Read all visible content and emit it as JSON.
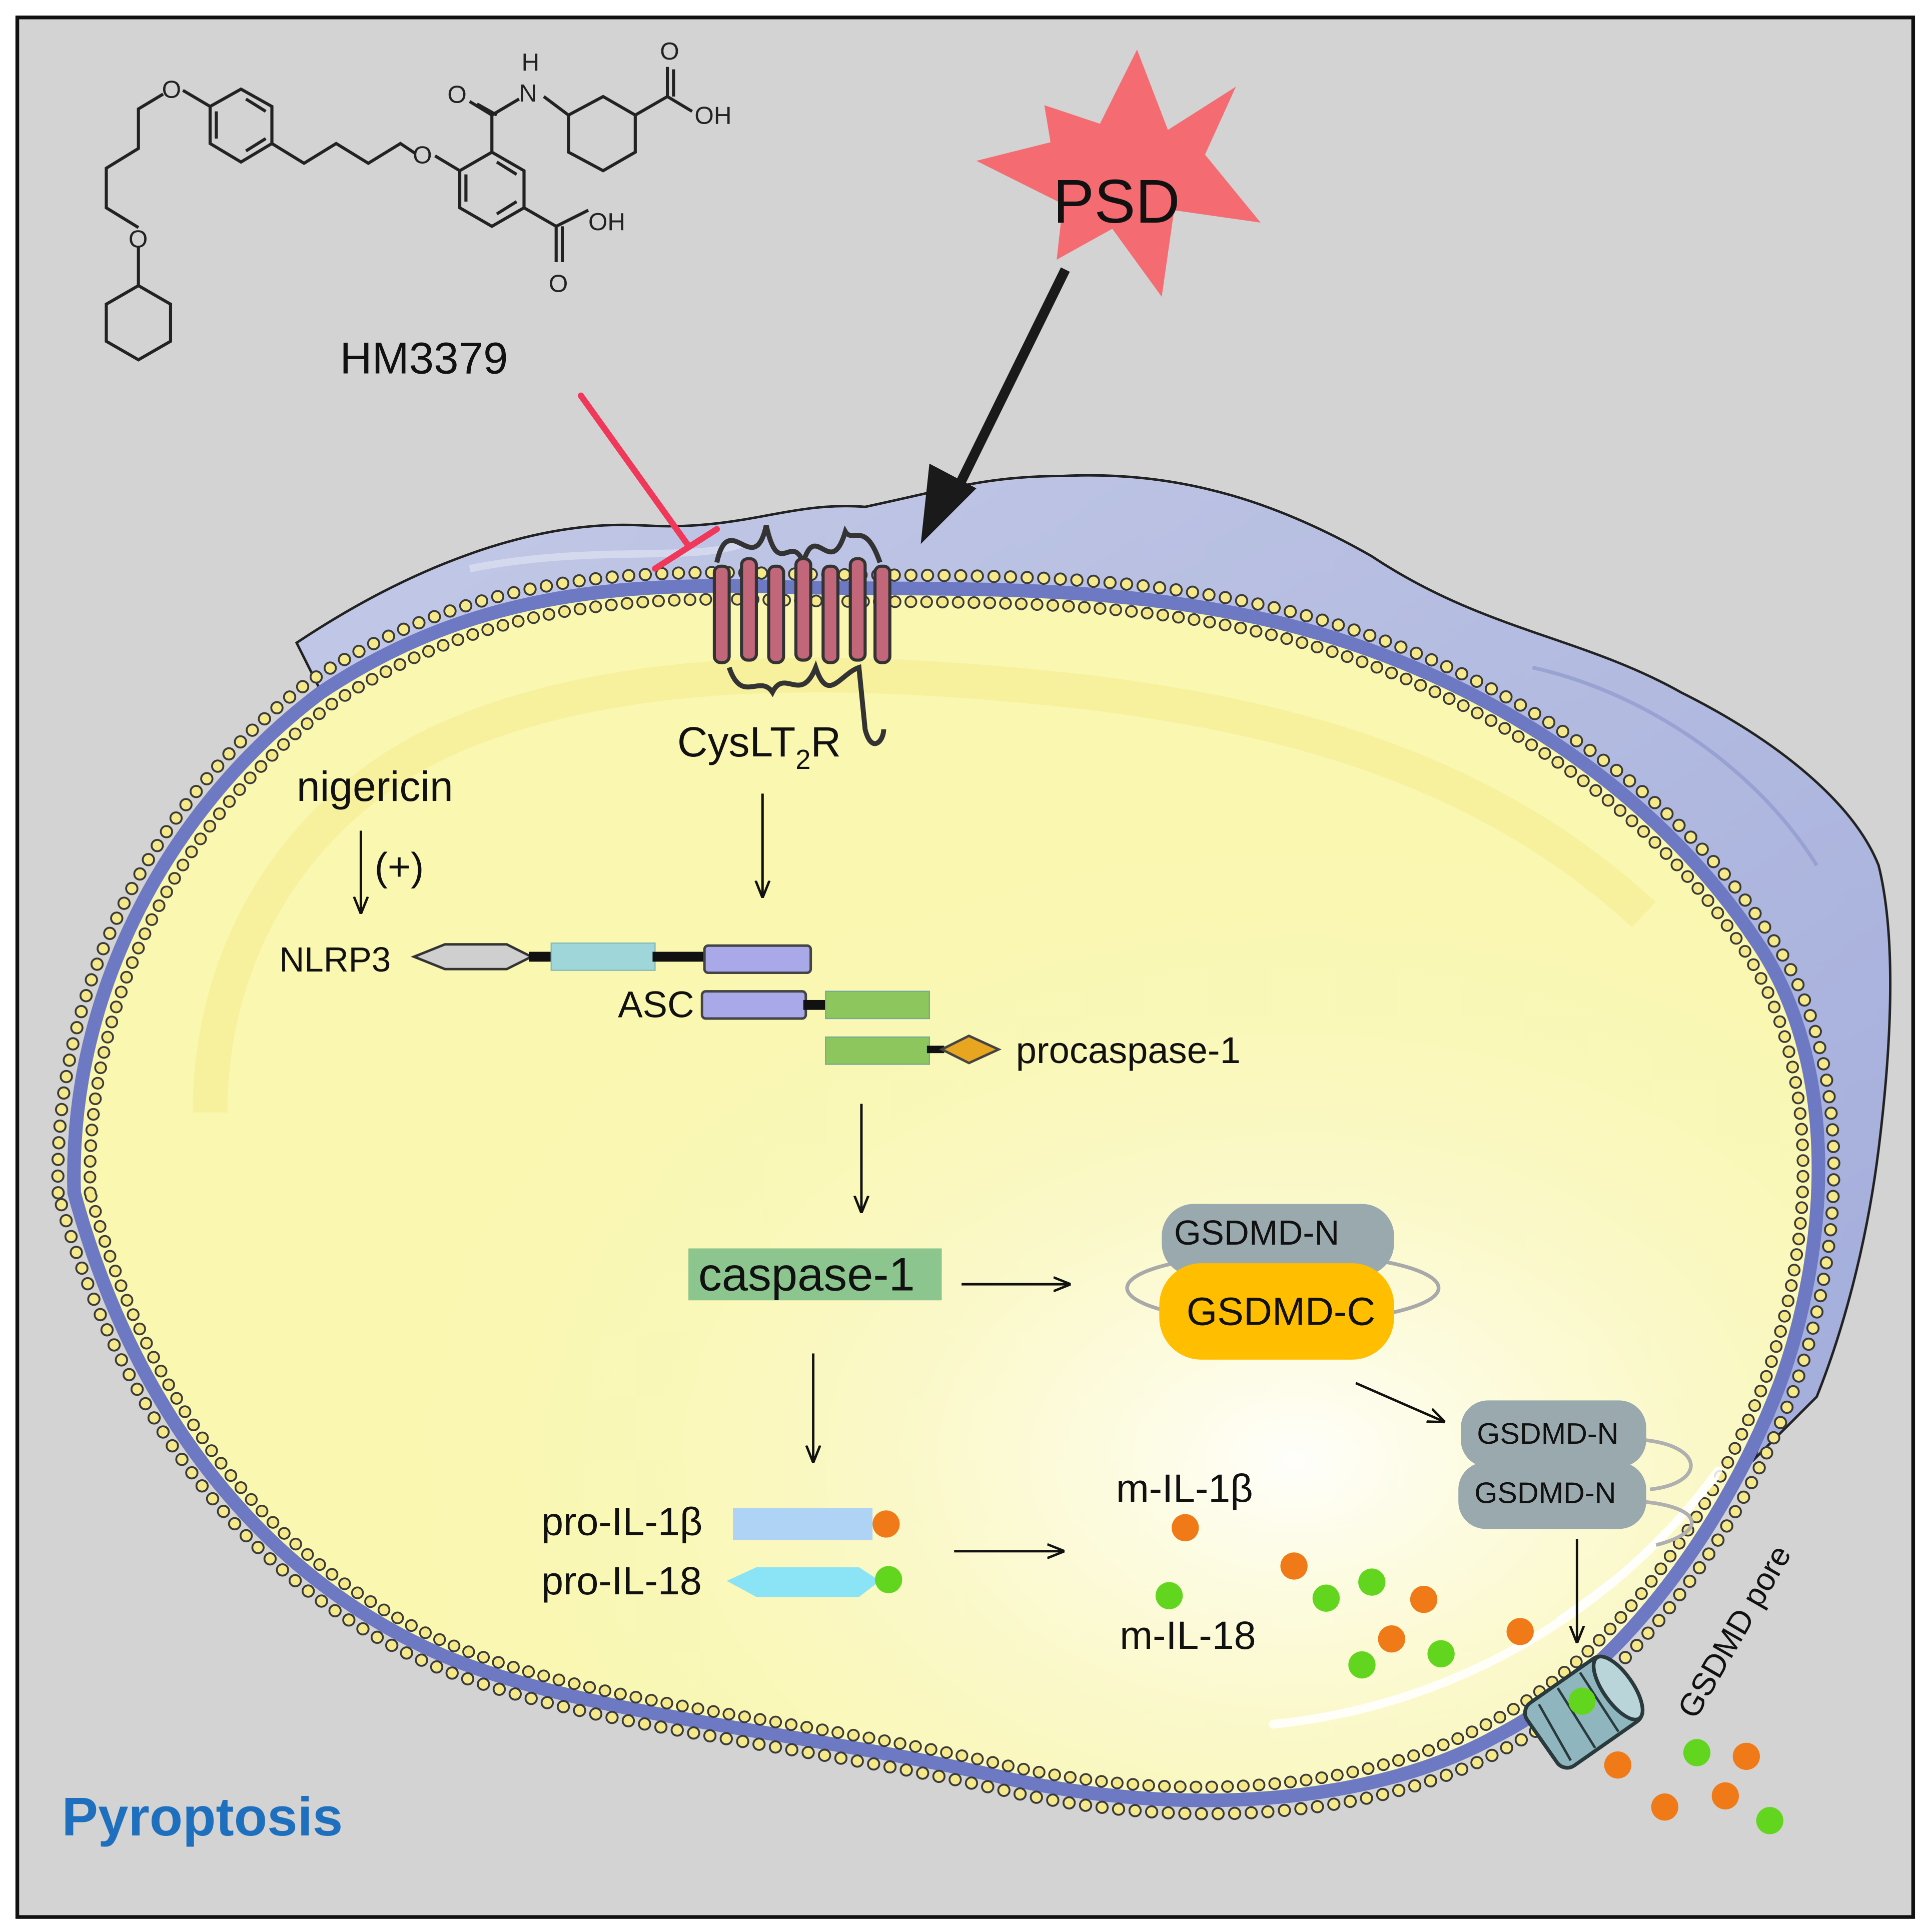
{
  "labels": {
    "compound": "HM3379",
    "stimulus": "PSD",
    "receptor_main": "CysLT",
    "receptor_sub": "2",
    "receptor_end": "R",
    "nigericin": "nigericin",
    "plus": "(+)",
    "nlrp3": "NLRP3",
    "asc": "ASC",
    "procaspase": "procaspase-1",
    "caspase": "caspase-1",
    "gsdmd_n": "GSDMD-N",
    "gsdmd_c": "GSDMD-C",
    "gsdmd_n_a": "GSDMD-N",
    "gsdmd_n_b": "GSDMD-N",
    "pro_il1b": "pro-IL-1β",
    "pro_il18": "pro-IL-18",
    "m_il1b": "m-IL-1β",
    "m_il18": "m-IL-18",
    "pore": "GSDMD pore",
    "title": "Pyroptosis"
  },
  "chem": {
    "o1": "O",
    "o2": "O",
    "o3": "O",
    "o_amide": "O",
    "h": "H",
    "n": "N",
    "o_acid1": "O",
    "oh1": "OH",
    "oh2": "OH",
    "o_acid2": "O"
  },
  "colors": {
    "background": "#d3d3d3",
    "cell_interior": "#f9f7b0",
    "envelope": "#b6bedf",
    "lipid_head": "#f5e98a",
    "receptor": "#c2667a",
    "inhibition": "#f0395a",
    "psd_star": "#f56b72",
    "caspase_box": "#8cc68e",
    "gsdmd_n": "#9aa9ae",
    "gsdmd_c": "#ffbf00",
    "il1b": "#f07a18",
    "il18": "#62d61e",
    "title": "#1f6fbf"
  }
}
